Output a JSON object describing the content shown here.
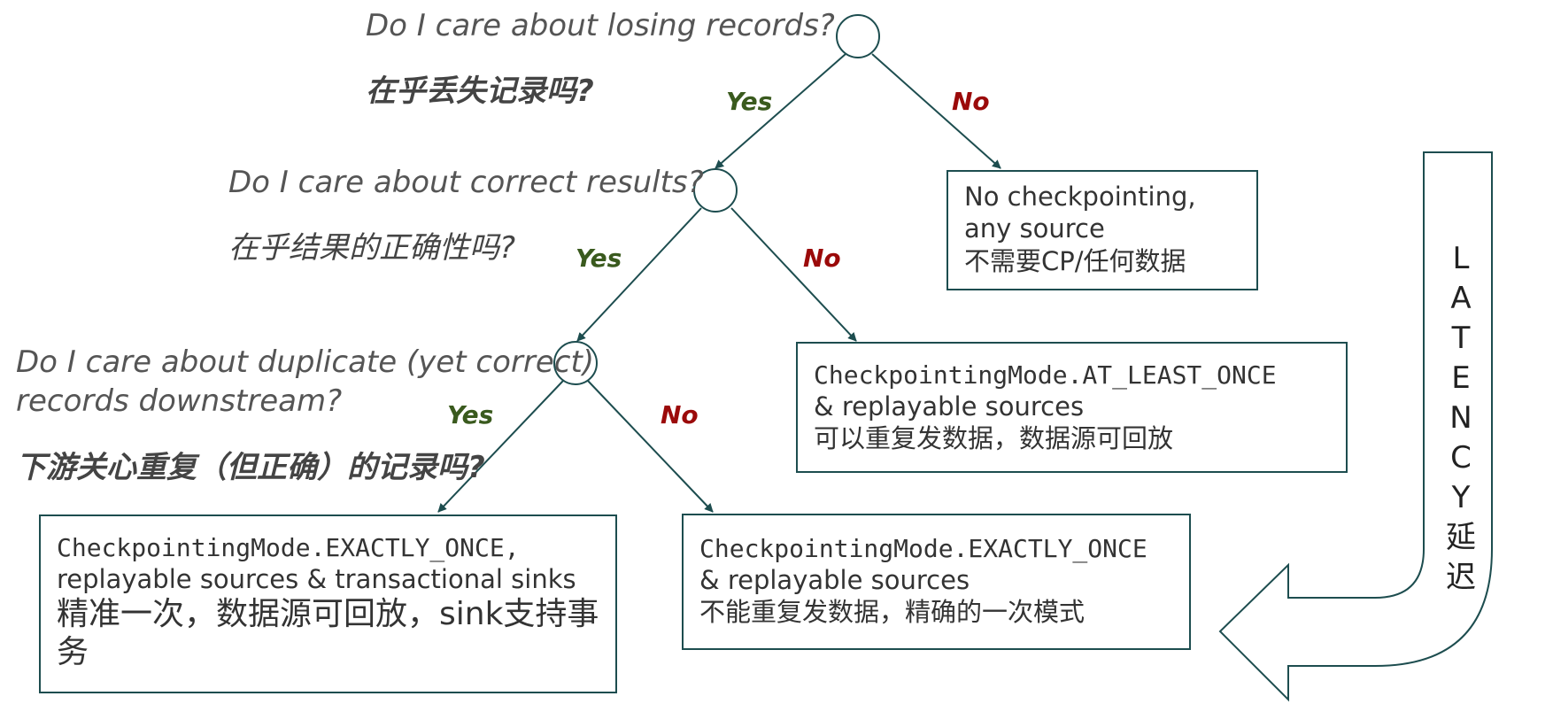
{
  "questions": [
    {
      "en": "Do I care about losing records?",
      "cn": "在乎丢失记录吗?"
    },
    {
      "en": "Do I care about correct results?",
      "cn": "在乎结果的正确性吗?"
    },
    {
      "en_line1": "Do I care about duplicate (yet correct)",
      "en_line2": "records downstream?",
      "cn": "下游关心重复（但正确）的记录吗?"
    }
  ],
  "branches": {
    "yes": "Yes",
    "no": "No"
  },
  "outcomes": {
    "no_checkpointing": {
      "line1": "No checkpointing,",
      "line2": "any source",
      "line3": "不需要CP/任何数据"
    },
    "at_least_once": {
      "mode": "CheckpointingMode.AT_LEAST_ONCE",
      "line2": "& replayable sources",
      "line3": "可以重复发数据，数据源可回放"
    },
    "exactly_once_transactional": {
      "mode": "CheckpointingMode.EXACTLY_ONCE,",
      "line2": "replayable sources & transactional sinks",
      "line3": "精准一次，数据源可回放，sink支持事务"
    },
    "exactly_once": {
      "mode": "CheckpointingMode.EXACTLY_ONCE",
      "line2": "& replayable sources",
      "line3": "不能重复发数据，精确的一次模式"
    }
  },
  "latency": {
    "letters": [
      "L",
      "A",
      "T",
      "E",
      "N",
      "C",
      "Y",
      "延",
      "迟"
    ]
  },
  "colors": {
    "line": "#1d4d4f",
    "yes": "#3a5a1e",
    "no": "#9b0a0a"
  }
}
